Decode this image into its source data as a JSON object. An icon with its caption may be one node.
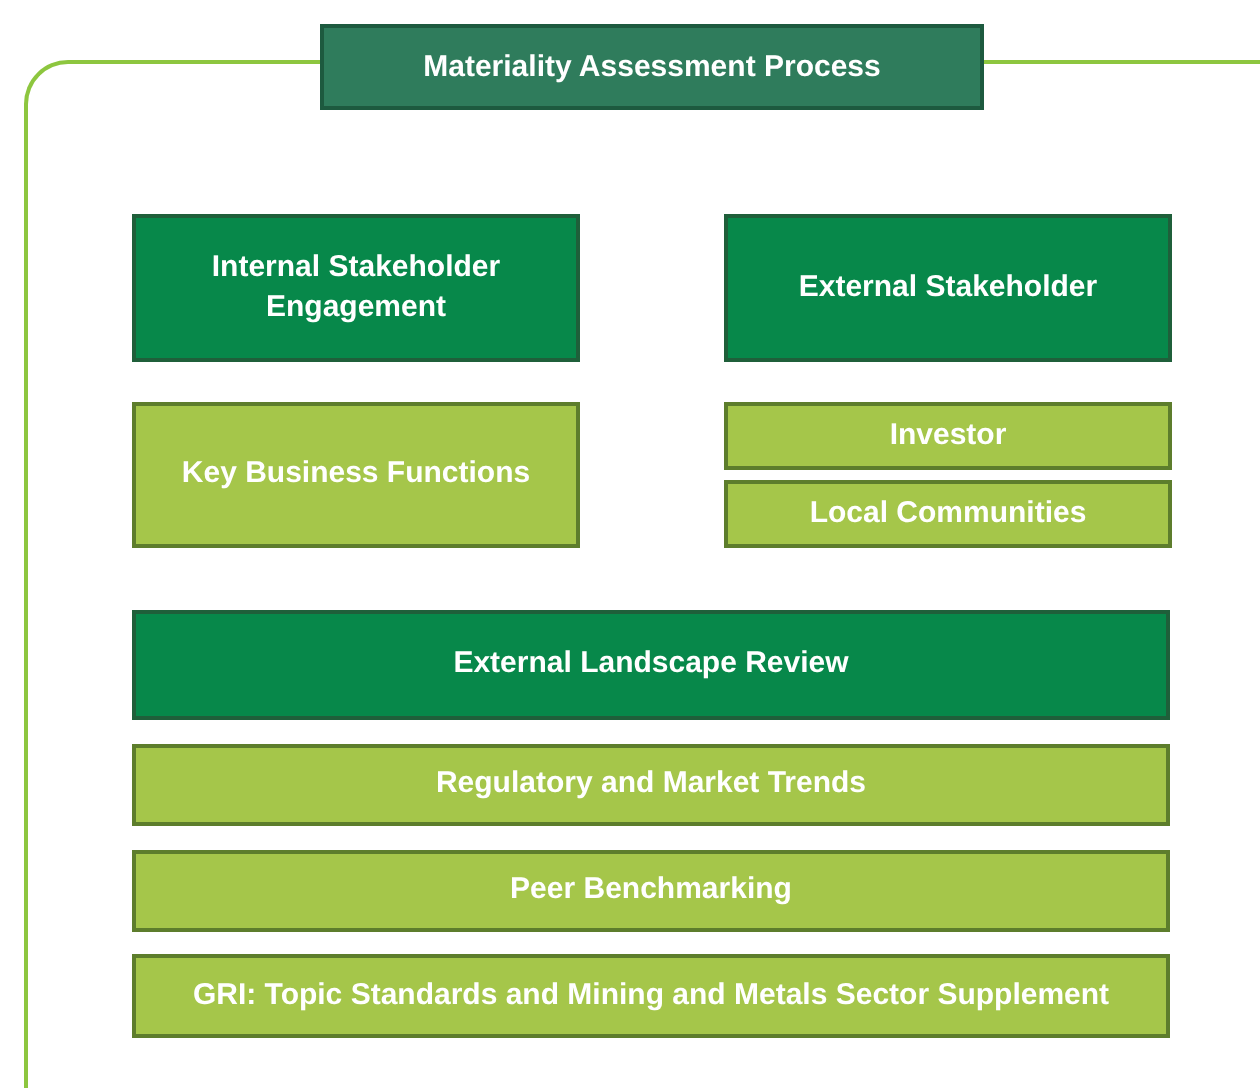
{
  "diagram": {
    "nodes": [
      {
        "text": [
          "Materiality Assessment Process"
        ]
      },
      {
        "text": [
          "Internal Stakeholder Engagement"
        ],
        "in": 0
      },
      {
        "text": [
          "External Stakeholder"
        ],
        "in": 0
      },
      {
        "text": [
          "Key Business Functions"
        ],
        "in": 0
      },
      {
        "text": [
          "Investor"
        ],
        "in": 0
      },
      {
        "text": [
          "Local Communities"
        ],
        "in": 0
      },
      {
        "text": [
          "External Landscape Review"
        ],
        "in": 0
      },
      {
        "text": [
          "Regulatory and Market Trends"
        ],
        "in": 0
      },
      {
        "text": [
          "Peer Benchmarking"
        ],
        "in": 0
      },
      {
        "text": [
          "GRI: Topic Standards and Mining and Metals Sector Supplement"
        ],
        "in": 0
      }
    ]
  }
}
